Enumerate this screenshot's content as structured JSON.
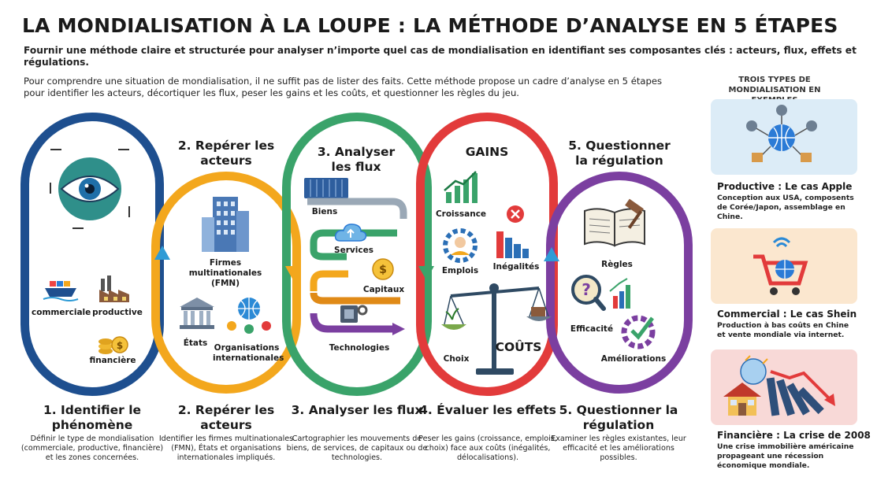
{
  "header": {
    "title": "LA MONDIALISATION À LA LOUPE : LA MÉTHODE D’ANALYSE EN 5 ÉTAPES",
    "subtitle": "Fournir une méthode claire et structurée pour analyser n’importe quel cas de mondialisation en identifiant ses composantes clés : acteurs, flux, effets et régulations.",
    "intro": "Pour comprendre une situation de mondialisation, il ne suffit pas de lister des faits. Cette méthode propose un cadre d’analyse en 5 étapes pour identifier les acteurs, décortiquer les flux, peser les gains et les coûts, et questionner les règles du jeu."
  },
  "colors": {
    "step1": "#1e4f8f",
    "step2": "#f3a71d",
    "step3": "#3aa36a",
    "step4": "#e23b3b",
    "step5": "#7b3fa0",
    "card_productive": "#dcecf7",
    "card_commerciale": "#fbe7cf",
    "card_financiere": "#f8d9d7"
  },
  "loops": {
    "step1": {
      "labels": [
        "commerciale",
        "productive",
        "financière"
      ],
      "icons": [
        "eye-icon",
        "cargo-ship-icon",
        "factory-icon",
        "coins-icon"
      ]
    },
    "step2": {
      "heading": "2. Repérer les acteurs",
      "labels": [
        "Firmes multinationales (FMN)",
        "États",
        "Organisations internationales"
      ],
      "icons": [
        "skyscraper-icon",
        "government-building-icon",
        "globe-network-icon"
      ]
    },
    "step3": {
      "heading": "3. Analyser les flux",
      "labels": [
        "Biens",
        "Services",
        "Capitaux",
        "Technologies"
      ],
      "icons": [
        "container-icon",
        "cloud-icon",
        "coin-icon",
        "chip-icon"
      ]
    },
    "step4": {
      "gains_heading": "GAINS",
      "costs_heading": "COÛTS",
      "labels": [
        "Croissance",
        "Emplois",
        "Inégalités",
        "Choix"
      ],
      "icons": [
        "growth-chart-icon",
        "worker-gear-icon",
        "bar-chart-icon",
        "balance-scale-icon"
      ]
    },
    "step5": {
      "heading": "5. Questionner la régulation",
      "labels": [
        "Règles",
        "Efficacité",
        "Améliorations"
      ],
      "icons": [
        "law-book-icon",
        "magnifier-icon",
        "check-gear-icon"
      ]
    }
  },
  "steps": [
    {
      "title": "1. Identifier le phénomène",
      "desc": "Définir le type de mondialisation (commerciale, productive, financière) et les zones concernées."
    },
    {
      "title": "2. Repérer les acteurs",
      "desc": "Identifier les firmes multinationales (FMN), États et organisations internationales impliqués."
    },
    {
      "title": "3. Analyser les flux",
      "desc": "Cartographier les mouvements de biens, de services, de capitaux ou de technologies."
    },
    {
      "title": "4. Évaluer les effets",
      "desc": "Peser les gains (croissance, emplois, choix) face aux coûts (inégalités, délocalisations)."
    },
    {
      "title": "5. Questionner la régulation",
      "desc": "Examiner les règles existantes, leur efficacité et les améliorations possibles."
    }
  ],
  "sidebar": {
    "heading": "TROIS TYPES DE MONDIALISATION EN EXEMPLES",
    "cards": [
      {
        "title": "Productive : Le cas Apple",
        "desc": "Conception aux USA, composents de Corée/Japon, assemblage en Chine.",
        "icon": "global-network-icon"
      },
      {
        "title": "Commercial : Le cas Shein",
        "desc": "Production à bas coûts en Chine et vente mondiale via internet.",
        "icon": "shopping-cart-globe-icon"
      },
      {
        "title": "Financière : La crise de 2008",
        "desc": "Une crise immobilière américaine propageant une récession économique mondiale.",
        "icon": "house-dominoes-icon"
      }
    ]
  }
}
